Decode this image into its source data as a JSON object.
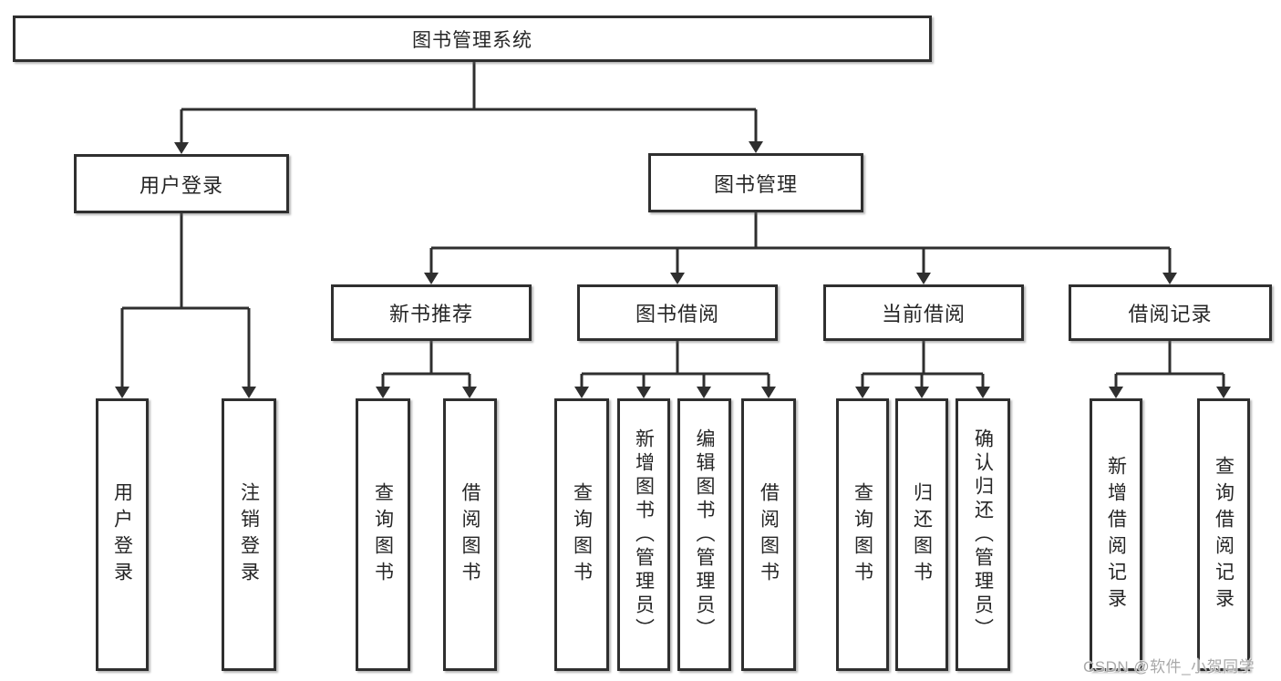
{
  "diagram": {
    "type": "hierarchy-tree",
    "title": "图书管理系统",
    "colors": {
      "line": "#2f2f2f",
      "box_border": "#2f2f2f",
      "box_fill": "#ffffff",
      "text": "#262626",
      "watermark_text": "#a9a9a9",
      "background": "#ffffff"
    },
    "tree": {
      "label": "图书管理系统",
      "children": [
        {
          "label": "用户登录",
          "children": [
            {
              "label": "用户登录"
            },
            {
              "label": "注销登录"
            }
          ]
        },
        {
          "label": "图书管理",
          "children": [
            {
              "label": "新书推荐",
              "children": [
                {
                  "label": "查询图书"
                },
                {
                  "label": "借阅图书"
                }
              ]
            },
            {
              "label": "图书借阅",
              "children": [
                {
                  "label": "查询图书"
                },
                {
                  "label": "新增图书（管理员）"
                },
                {
                  "label": "编辑图书（管理员）"
                },
                {
                  "label": "借阅图书"
                }
              ]
            },
            {
              "label": "当前借阅",
              "children": [
                {
                  "label": "查询图书"
                },
                {
                  "label": "归还图书"
                },
                {
                  "label": "确认归还（管理员）"
                }
              ]
            },
            {
              "label": "借阅记录",
              "children": [
                {
                  "label": "新增借阅记录"
                },
                {
                  "label": "查询借阅记录"
                }
              ]
            }
          ]
        }
      ]
    }
  },
  "watermark": "CSDN @软件_小贺同学"
}
